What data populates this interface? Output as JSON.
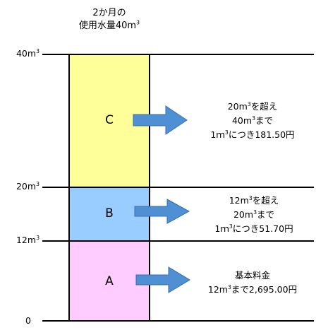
{
  "header": {
    "line1": "2か月の",
    "line2_prefix": "使用水量40m",
    "line2_exp": "3"
  },
  "levels": [
    {
      "base": "40m",
      "exp": "3"
    },
    {
      "base": "20m",
      "exp": "3"
    },
    {
      "base": "12m",
      "exp": "3"
    },
    {
      "base": "0",
      "exp": ""
    }
  ],
  "segments": [
    {
      "letter": "C",
      "color": "#ffff99",
      "lines": [
        {
          "pre": "20m",
          "sup": "3",
          "post": "を超え"
        },
        {
          "pre": "40m",
          "sup": "3",
          "post": "まで"
        },
        {
          "pre": "1ｍ",
          "sup": "3",
          "post": "につき181.50円"
        }
      ]
    },
    {
      "letter": "B",
      "color": "#99ccff",
      "lines": [
        {
          "pre": "12m",
          "sup": "3",
          "post": "を超え"
        },
        {
          "pre": "20m",
          "sup": "3",
          "post": "まで"
        },
        {
          "pre": "1ｍ",
          "sup": "3",
          "post": "につき51.70円"
        }
      ]
    },
    {
      "letter": "A",
      "color": "#ffccff",
      "lines": [
        {
          "pre": "基本料金",
          "sup": "",
          "post": ""
        },
        {
          "pre": "12m",
          "sup": "3",
          "post": "まで2,695.00円"
        }
      ]
    }
  ],
  "colors": {
    "arrow_fill": "#4f8fd3",
    "arrow_stroke": "#3a6fa8",
    "line": "#000000"
  }
}
